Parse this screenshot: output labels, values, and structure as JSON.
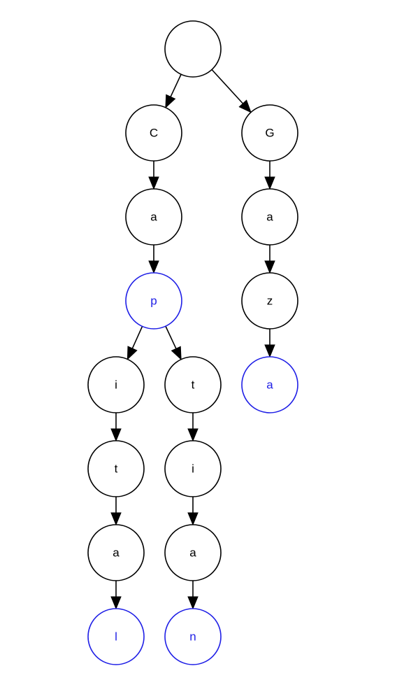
{
  "colors": {
    "normal": "#000000",
    "terminal": "#1f1fe6"
  },
  "tree": {
    "nodes": [
      {
        "id": "root",
        "label": "",
        "terminal": false
      },
      {
        "id": "n-C",
        "label": "C",
        "terminal": false
      },
      {
        "id": "n-Ca",
        "label": "a",
        "terminal": false
      },
      {
        "id": "n-Cap",
        "label": "p",
        "terminal": true
      },
      {
        "id": "n-Capi",
        "label": "i",
        "terminal": false
      },
      {
        "id": "n-Capit",
        "label": "t",
        "terminal": false
      },
      {
        "id": "n-Capita",
        "label": "a",
        "terminal": false
      },
      {
        "id": "n-Capital",
        "label": "l",
        "terminal": true
      },
      {
        "id": "n-Capt",
        "label": "t",
        "terminal": false
      },
      {
        "id": "n-Capti",
        "label": "i",
        "terminal": false
      },
      {
        "id": "n-Captia",
        "label": "a",
        "terminal": false
      },
      {
        "id": "n-Captian",
        "label": "n",
        "terminal": true
      },
      {
        "id": "n-G",
        "label": "G",
        "terminal": false
      },
      {
        "id": "n-Ga",
        "label": "a",
        "terminal": false
      },
      {
        "id": "n-Gaz",
        "label": "z",
        "terminal": false
      },
      {
        "id": "n-Gaza",
        "label": "a",
        "terminal": true
      }
    ],
    "edges": [
      [
        "root",
        "n-C"
      ],
      [
        "root",
        "n-G"
      ],
      [
        "n-C",
        "n-Ca"
      ],
      [
        "n-Ca",
        "n-Cap"
      ],
      [
        "n-Cap",
        "n-Capi"
      ],
      [
        "n-Cap",
        "n-Capt"
      ],
      [
        "n-Capi",
        "n-Capit"
      ],
      [
        "n-Capit",
        "n-Capita"
      ],
      [
        "n-Capita",
        "n-Capital"
      ],
      [
        "n-Capt",
        "n-Capti"
      ],
      [
        "n-Capti",
        "n-Captia"
      ],
      [
        "n-Captia",
        "n-Captian"
      ],
      [
        "n-G",
        "n-Ga"
      ],
      [
        "n-Ga",
        "n-Gaz"
      ],
      [
        "n-Gaz",
        "n-Gaza"
      ]
    ]
  }
}
